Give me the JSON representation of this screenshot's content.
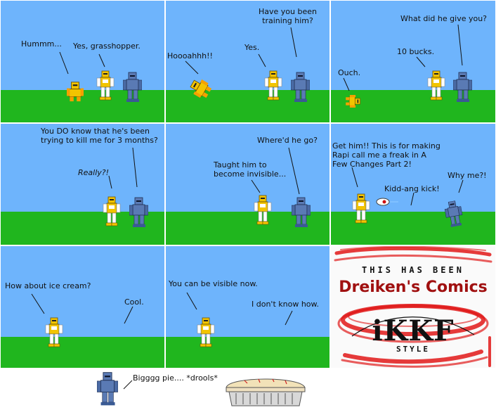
{
  "panels": [
    {
      "bubbles": [
        "Hummm...",
        "Yes, grasshopper."
      ]
    },
    {
      "bubbles": [
        "Hoooahhh!!",
        "Yes.",
        "Have you been\ntraining him?"
      ]
    },
    {
      "bubbles": [
        "Ouch.",
        "10 bucks.",
        "What did he give you?"
      ]
    },
    {
      "bubbles": [
        "You DO know that he's been\ntrying to kill me for 3 months?",
        "Really?!"
      ]
    },
    {
      "bubbles": [
        "Taught him to\nbecome invisible...",
        "Where'd he go?"
      ]
    },
    {
      "bubbles": [
        "Get him!! This is for making\nRapi call me a freak in A\nFew Changes Part 2!",
        "Kidd-ang kick!",
        "Why me?!"
      ]
    },
    {
      "bubbles": [
        "How about ice cream?",
        "Cool."
      ]
    },
    {
      "bubbles": [
        "You can be visible now.",
        "I don't know how."
      ]
    }
  ],
  "title_card": {
    "line1": "THIS HAS BEEN",
    "line2": "Dreiken's Comics",
    "line3": "iKKF",
    "line4": "STYLE"
  },
  "footer": {
    "bubble": "Bigggg pie.... *drools*"
  },
  "colors": {
    "sky": "#6eb4fc",
    "grass": "#20b61e",
    "border": "#000000",
    "gold_robot": "#f2c400",
    "blue_robot": "#5a7ab4",
    "title_red": "#a01010",
    "scribble_red": "#e01818"
  }
}
